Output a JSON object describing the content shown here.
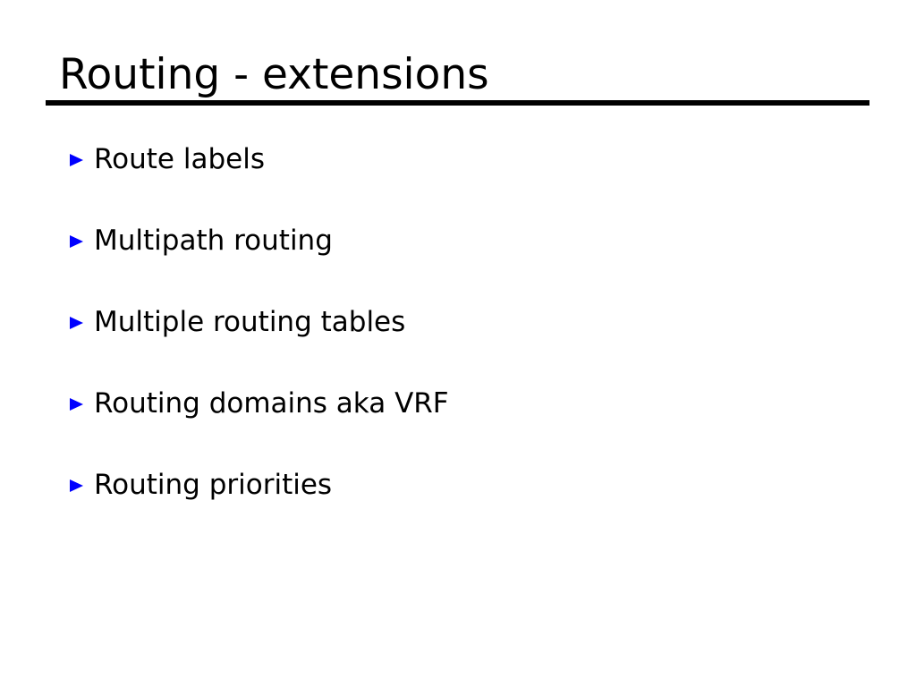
{
  "slide": {
    "title": "Routing - extensions",
    "accent_color": "#0000ff",
    "bullet_icon": "triangle-right-icon",
    "bullets": [
      {
        "label": "Route labels"
      },
      {
        "label": "Multipath routing"
      },
      {
        "label": "Multiple routing tables"
      },
      {
        "label": "Routing domains aka VRF"
      },
      {
        "label": "Routing priorities"
      }
    ]
  }
}
